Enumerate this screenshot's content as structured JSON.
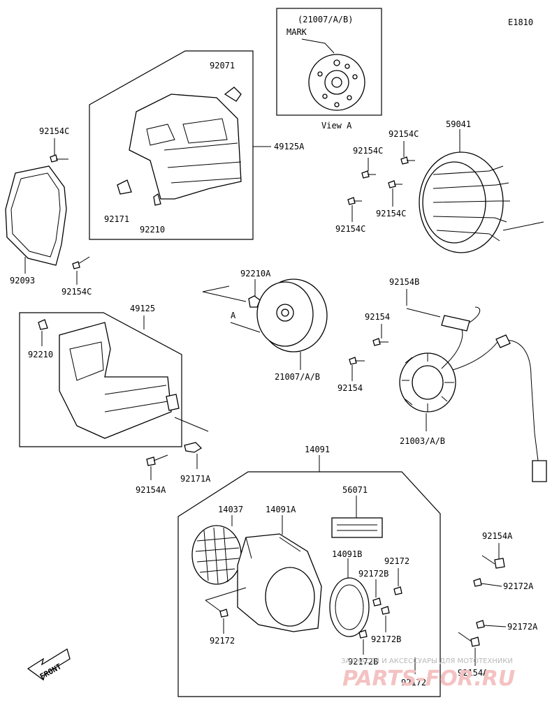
{
  "diagram_code": "E1810",
  "view_a": {
    "ref": "(21007/A/B)",
    "mark": "MARK",
    "caption": "View A"
  },
  "labels": {
    "p92071": "92071",
    "p49125A": "49125A",
    "p92154C_1": "92154C",
    "p92154C_2": "92154C",
    "p92154C_3": "92154C",
    "p92154C_4": "92154C",
    "p92154C_5": "92154C",
    "p92154C_6": "92154C",
    "p59041": "59041",
    "p92171": "92171",
    "p92210_1": "92210",
    "p92093": "92093",
    "p92210A": "92210A",
    "p92154B": "92154B",
    "p92154_1": "92154",
    "p92154_2": "92154",
    "p49125": "49125",
    "p92210_2": "92210",
    "pA": "A",
    "p21007": "21007/A/B",
    "p21003": "21003/A/B",
    "p92154A_1": "92154A",
    "p92171A": "92171A",
    "p14091": "14091",
    "p14037": "14037",
    "p14091A": "14091A",
    "p56071": "56071",
    "p14091B": "14091B",
    "p92172_1": "92172",
    "p92172B_1": "92172B",
    "p92172_2": "92172",
    "p92172B_2": "92172B",
    "p92172B_3": "92172B",
    "p92172_3": "92172",
    "p92154A_2": "92154A",
    "p92172A_1": "92172A",
    "p92172A_2": "92172A",
    "p92154A_3": "92154A"
  },
  "front_label": "FRONT",
  "watermark": {
    "line1": "ЗАПЧАСТИ И АКСЕССУАРЫ ДЛЯ МОТОТЕХНИКИ",
    "line2": "PARTS-FOR.RU"
  }
}
